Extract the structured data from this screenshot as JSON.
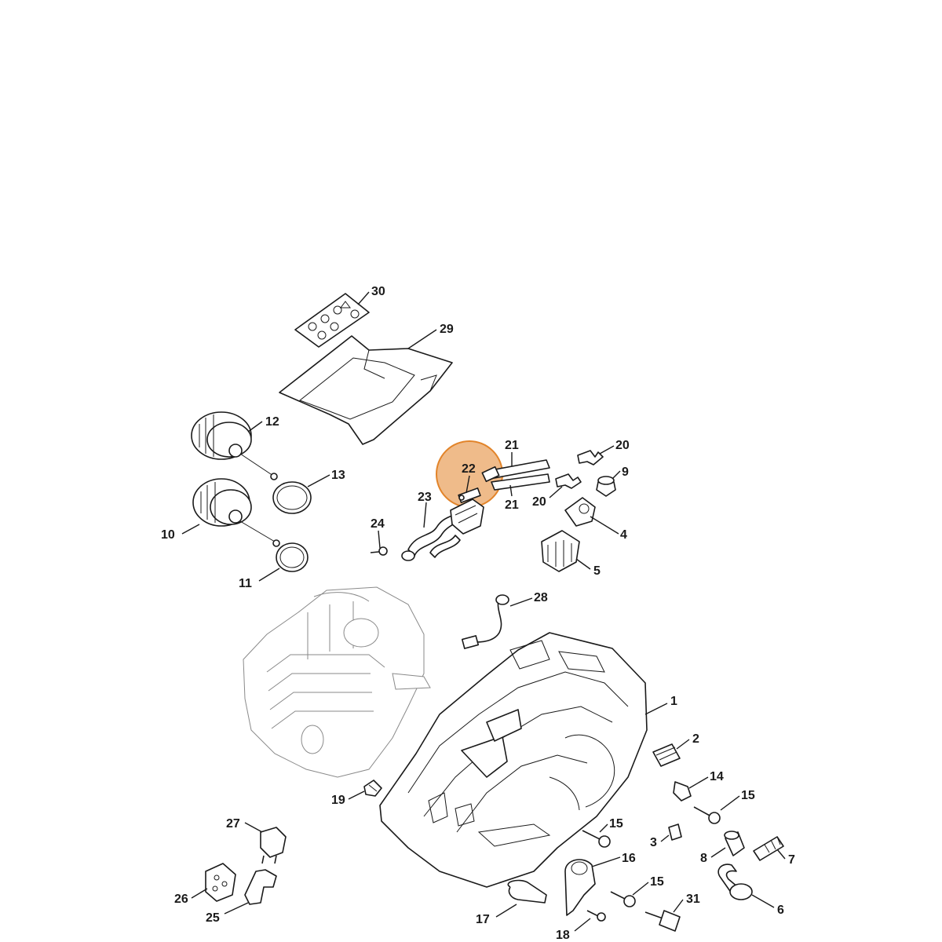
{
  "highlight": {
    "part": "22",
    "color": "#e2842a"
  },
  "callouts": [
    {
      "id": "30",
      "label": "30"
    },
    {
      "id": "29",
      "label": "29"
    },
    {
      "id": "12",
      "label": "12"
    },
    {
      "id": "13",
      "label": "13"
    },
    {
      "id": "10",
      "label": "10"
    },
    {
      "id": "11",
      "label": "11"
    },
    {
      "id": "21a",
      "label": "21"
    },
    {
      "id": "21b",
      "label": "21"
    },
    {
      "id": "22",
      "label": "22"
    },
    {
      "id": "20a",
      "label": "20"
    },
    {
      "id": "20b",
      "label": "20"
    },
    {
      "id": "9",
      "label": "9"
    },
    {
      "id": "23",
      "label": "23"
    },
    {
      "id": "24",
      "label": "24"
    },
    {
      "id": "4",
      "label": "4"
    },
    {
      "id": "5",
      "label": "5"
    },
    {
      "id": "28",
      "label": "28"
    },
    {
      "id": "1",
      "label": "1"
    },
    {
      "id": "2",
      "label": "2"
    },
    {
      "id": "14",
      "label": "14"
    },
    {
      "id": "15a",
      "label": "15"
    },
    {
      "id": "15b",
      "label": "15"
    },
    {
      "id": "15c",
      "label": "15"
    },
    {
      "id": "19",
      "label": "19"
    },
    {
      "id": "27",
      "label": "27"
    },
    {
      "id": "3",
      "label": "3"
    },
    {
      "id": "8",
      "label": "8"
    },
    {
      "id": "7",
      "label": "7"
    },
    {
      "id": "16",
      "label": "16"
    },
    {
      "id": "26",
      "label": "26"
    },
    {
      "id": "25",
      "label": "25"
    },
    {
      "id": "6",
      "label": "6"
    },
    {
      "id": "17",
      "label": "17"
    },
    {
      "id": "31",
      "label": "31"
    },
    {
      "id": "18",
      "label": "18"
    }
  ]
}
